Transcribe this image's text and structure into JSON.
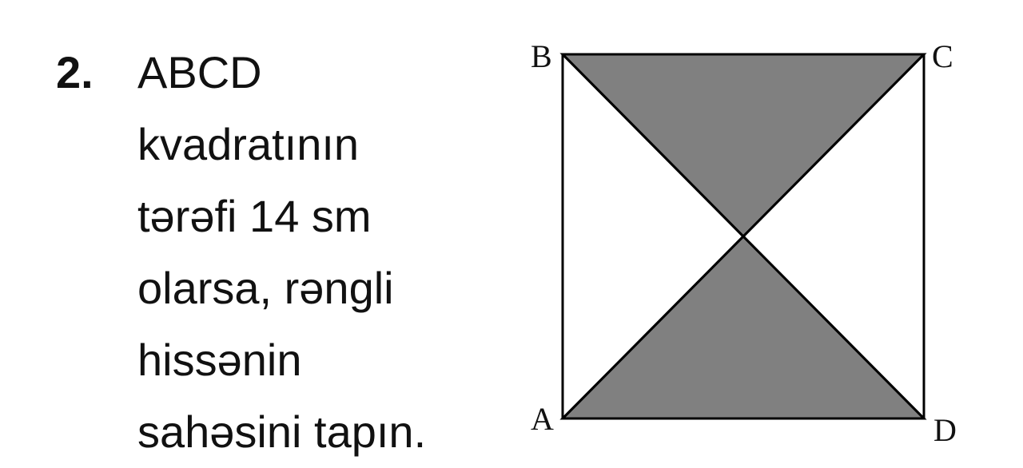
{
  "problem": {
    "number": "2.",
    "lines": [
      "ABCD",
      "kvadratının",
      "tərəfi 14 sm",
      "olarsa, rəngli",
      "hissənin",
      "sahəsini tapın."
    ]
  },
  "figure": {
    "vertex_labels": {
      "A": "A",
      "B": "B",
      "C": "C",
      "D": "D"
    },
    "colors": {
      "shade": "#808080",
      "stroke": "#000000"
    }
  }
}
